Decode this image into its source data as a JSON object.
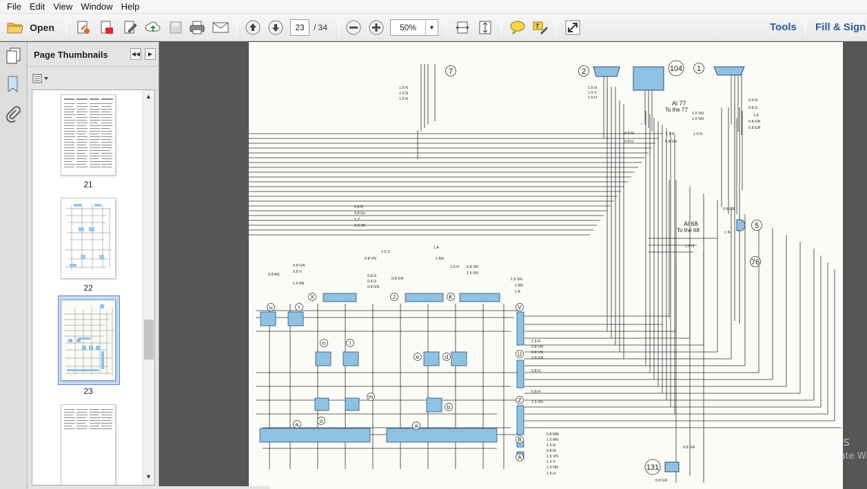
{
  "menu": [
    "File",
    "Edit",
    "View",
    "Window",
    "Help"
  ],
  "toolbar": {
    "open_label": "Open",
    "page_current": "23",
    "page_total": "/ 34",
    "zoom": "50%",
    "tools_label": "Tools",
    "fill_sign_label": "Fill & Sign"
  },
  "thumbnails": {
    "title": "Page Thumbnails",
    "pages": [
      {
        "label": "21",
        "kind": "text"
      },
      {
        "label": "22",
        "kind": "diagram"
      },
      {
        "label": "23",
        "kind": "diagram",
        "selected": true
      },
      {
        "label": "",
        "kind": "text"
      }
    ]
  },
  "diagram": {
    "circle_labels": [
      "7",
      "2",
      "104",
      "1",
      "5",
      "76",
      "131"
    ],
    "boxed_connectors": [
      "X",
      "J",
      "K",
      "V",
      "U",
      "Z",
      "B",
      "A",
      "u",
      "t",
      "n",
      "l",
      "e",
      "d",
      "m",
      "o",
      "b",
      "a",
      "a"
    ],
    "wire_labels": [
      "1.5 N",
      "1.5 N",
      "1.5 N",
      "1.5 N",
      "1.5 V",
      "1.5 H",
      "0.5 N",
      "0.8 G",
      "1 A",
      "0.8 GR",
      "0.8 GR",
      "1.5 SN",
      "1.5 SN",
      "1.5 R",
      "1.5 N",
      "0.8 M",
      "0.8 H",
      "0.8 VN",
      "0.8 R",
      "0.8 Gv",
      "1 Z",
      "0.8 ZB",
      "0.8 GR",
      "1 N",
      "1.5 N",
      "1.5 S",
      "0.8 VN",
      "1 A",
      "1 AN",
      "1.5 H",
      "0.8 SN",
      "1.5 SN",
      "0.8 GN",
      "0.8 V",
      "0.8 AG",
      "1.5 AN",
      "0.8 G",
      "0.8 G",
      "0.8 GN",
      "0.8 GR",
      "1.5 SN",
      "1 AN",
      "1 A",
      "1.5 N",
      "0.8 VN",
      "0.8 VN",
      "0.8 GN",
      "0.8 G",
      "0.8 H",
      "1.5 SN",
      "0.8 MN",
      "1.5 RN",
      "1.5 R",
      "0.8 M",
      "1.5 VN",
      "1.5 V",
      "1.5 HN",
      "1.5 H",
      "0.8 GR",
      "0.8 GR"
    ],
    "ref_notes": [
      {
        "code": "Al 77",
        "text": "To the 77"
      },
      {
        "code": "Al 68",
        "text": "To the 68"
      }
    ]
  },
  "watermark": {
    "title": "Activate Windows",
    "subtitle": "Go to Settings to activate Windows."
  },
  "colors": {
    "accent": "#2b5a9e",
    "connector_blue": "#8fc1e3",
    "wire": "#2f2f2f"
  }
}
